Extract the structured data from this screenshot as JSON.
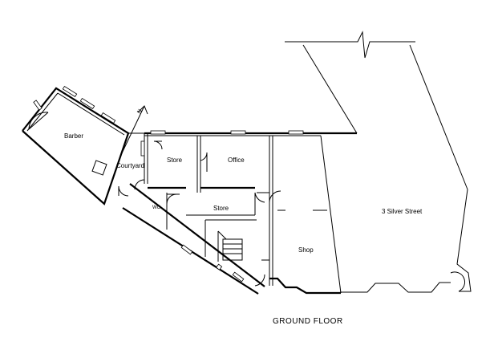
{
  "drawing": {
    "title": "GROUND FLOOR",
    "rooms": {
      "barber": "Barber",
      "courtyard": "Courtyard",
      "store_upper": "Store",
      "office": "Office",
      "wc": "WC",
      "store_lower": "Store",
      "shop": "Shop",
      "neighbour": "3 Silver Street"
    },
    "north_marker": "N",
    "line_color": "#000000",
    "background_color": "#ffffff"
  }
}
